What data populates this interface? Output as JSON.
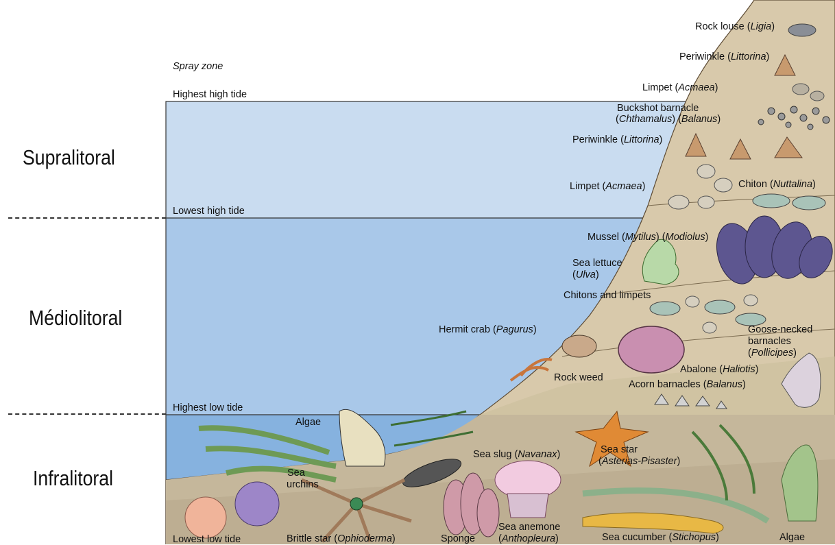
{
  "zones": {
    "supralitoral": "Supralitoral",
    "mediolitoral": "Médiolitoral",
    "infralitoral": "Infralitoral"
  },
  "tides": {
    "spray_zone": "Spray zone",
    "highest_high": "Highest high tide",
    "lowest_high": "Lowest high tide",
    "highest_low": "Highest low tide",
    "lowest_low": "Lowest low tide"
  },
  "organisms": {
    "rock_louse": {
      "name": "Rock louse (",
      "genus": "Ligia",
      "end": ")"
    },
    "periwinkle_top": {
      "name": "Periwinkle (",
      "genus": "Littorina",
      "end": ")"
    },
    "limpet_top": {
      "name": "Limpet (",
      "genus": "Acmaea",
      "end": ")"
    },
    "buckshot_line1": "Buckshot barnacle",
    "buckshot_line2": {
      "a": "(",
      "g1": "Chthamalus",
      "b": ") (",
      "g2": "Balanus",
      "c": ")"
    },
    "periwinkle_mid": {
      "name": "Periwinkle (",
      "genus": "Littorina",
      "end": ")"
    },
    "limpet_mid": {
      "name": "Limpet (",
      "genus": "Acmaea",
      "end": ")"
    },
    "chiton": {
      "name": "Chiton (",
      "genus": "Nuttalina",
      "end": ")"
    },
    "mussel": {
      "name": "Mussel (",
      "g1": "Mytilus",
      "mid": ") (",
      "g2": "Modiolus",
      "end": ")"
    },
    "sea_lettuce_1": "Sea lettuce",
    "sea_lettuce_2": {
      "a": "(",
      "g": "Ulva",
      "b": ")"
    },
    "chitons_limpets": "Chitons and limpets",
    "hermit_crab": {
      "name": "Hermit crab (",
      "genus": "Pagurus",
      "end": ")"
    },
    "goose_1": "Goose-necked",
    "goose_2": "barnacles",
    "goose_3": {
      "a": "(",
      "g": "Pollicipes",
      "b": ")"
    },
    "abalone": {
      "name": "Abalone (",
      "genus": "Haliotis",
      "end": ")"
    },
    "rock_weed": "Rock weed",
    "acorn": {
      "name": "Acorn  barnacles (",
      "genus": "Balanus",
      "end": ")"
    },
    "algae_top": "Algae",
    "sea_slug": {
      "name": "Sea slug (",
      "genus": "Navanax",
      "end": ")"
    },
    "sea_star_1": "Sea star",
    "sea_star_2": {
      "a": "(",
      "g": "Asterias-Pisaster",
      "b": ")"
    },
    "sea_urchins_1": "Sea",
    "sea_urchins_2": "urchins",
    "brittle_star": {
      "name": "Brittle star (",
      "genus": "Ophioderma",
      "end": ")"
    },
    "sponge": "Sponge",
    "sea_anemone_1": "Sea anemone",
    "sea_anemone_2": {
      "a": "(",
      "g": "Anthopleura",
      "b": ")"
    },
    "sea_cucumber": {
      "name": "Sea cucumber (",
      "genus": "Stichopus",
      "end": ")"
    },
    "algae_bottom": "Algae"
  }
}
